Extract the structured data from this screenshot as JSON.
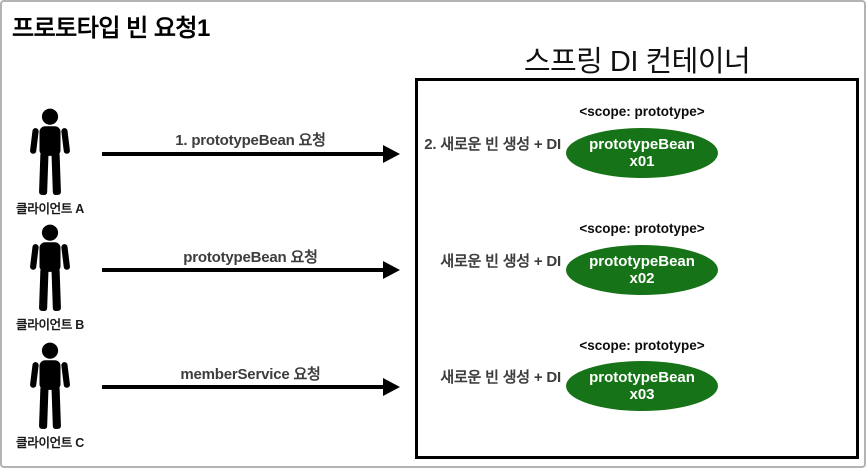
{
  "page": {
    "title": "프로토타입 빈 요청1"
  },
  "container": {
    "title": "스프링 DI 컨테이너"
  },
  "clients": [
    {
      "label": "클라이언트 A"
    },
    {
      "label": "클라이언트 B"
    },
    {
      "label": "클라이언트 C"
    }
  ],
  "rows": [
    {
      "request_label": "1. prototypeBean 요청",
      "creation_label": "2. 새로운 빈 생성 + DI",
      "scope_label": "<scope: prototype>",
      "bean_name": "prototypeBean",
      "bean_instance": "x01"
    },
    {
      "request_label": "prototypeBean 요청",
      "creation_label": "새로운 빈 생성 + DI",
      "scope_label": "<scope: prototype>",
      "bean_name": "prototypeBean",
      "bean_instance": "x02"
    },
    {
      "request_label": "memberService 요청",
      "creation_label": "새로운 빈 생성 + DI",
      "scope_label": "<scope: prototype>",
      "bean_name": "prototypeBean",
      "bean_instance": "x03"
    }
  ],
  "colors": {
    "bean_fill": "#177317",
    "bean_text": "#ffffff",
    "label_gray": "#3d3d3d",
    "line_black": "#000000",
    "frame_gray": "#b3b3b3"
  }
}
